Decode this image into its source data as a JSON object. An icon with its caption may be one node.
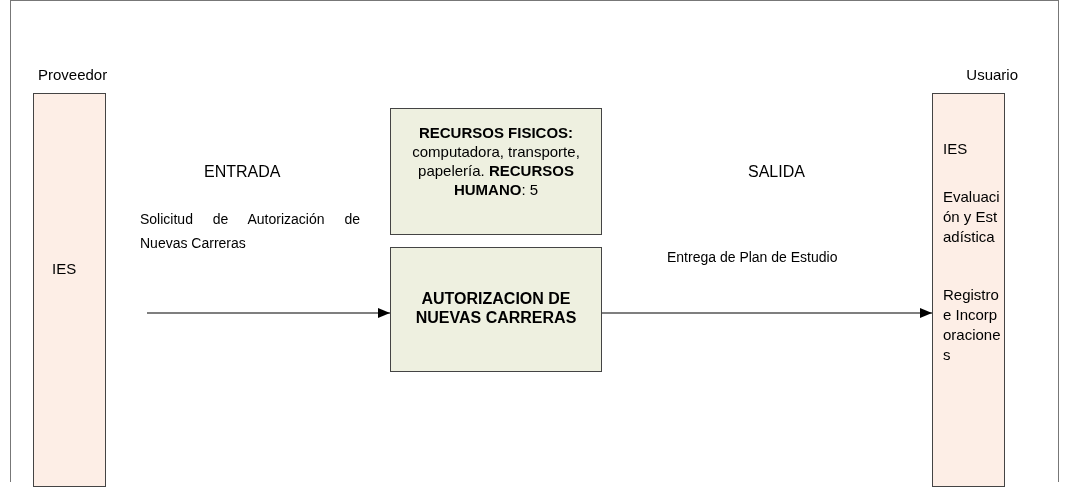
{
  "diagram": {
    "nodes": [
      {
        "text": [
          "Proveedor",
          "IES"
        ]
      },
      {
        "text": [
          "**RECURSOS FISICOS:** computadora, transporte, papelería. **RECURSOS HUMANO**: 5"
        ]
      },
      {
        "text": [
          "AUTORIZACION DE NUEVAS CARRERAS"
        ]
      },
      {
        "text": [
          "Usuario",
          "IES",
          "Evaluación y Estadística",
          "Registro e Incorporaciones"
        ]
      }
    ],
    "edges": [
      {
        "from": null,
        "to": 2,
        "arrow": "to",
        "label": "Solicitud de Autorización de Nuevas Carreras"
      },
      {
        "from": 2,
        "to": 3,
        "arrow": "to",
        "label": "Entrega de Plan de Estudio"
      }
    ],
    "labels": [
      "ENTRADA",
      "SALIDA"
    ]
  }
}
